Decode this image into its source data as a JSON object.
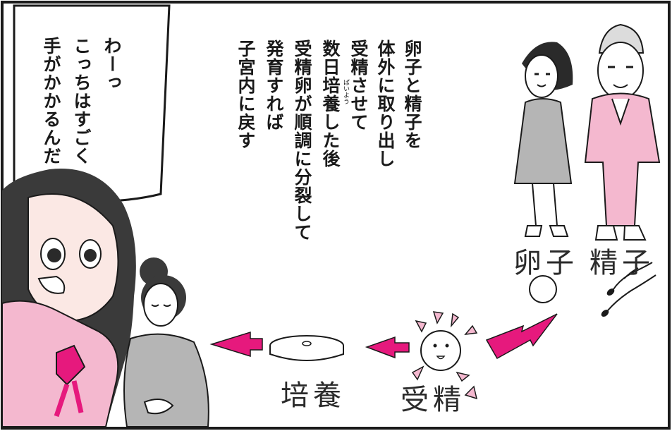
{
  "speech_bubble": {
    "lines": [
      "わーっ",
      "こっちはすごく",
      "手がかかるんだ"
    ]
  },
  "narration": {
    "lines": [
      "卵子と精子を",
      "体外に取り出し",
      "受精させて",
      "数日培養した後",
      "受精卵が順調に分裂して",
      "発育すれば",
      "子宮内に戻す"
    ],
    "ruby": "ばいよう"
  },
  "labels": {
    "egg": "卵子",
    "sperm": "精子",
    "fertilization": "受精",
    "culture": "培養"
  },
  "colors": {
    "accent_arrow": "#e6197d",
    "pink_clothing": "#f4b8cf",
    "gray_clothing": "#b5b5b5",
    "ink": "#1a1a1a"
  },
  "icons": [
    "egg-circle-icon",
    "sperm-icon",
    "fertilized-egg-icon",
    "petri-dish-icon",
    "arrow-icon"
  ]
}
